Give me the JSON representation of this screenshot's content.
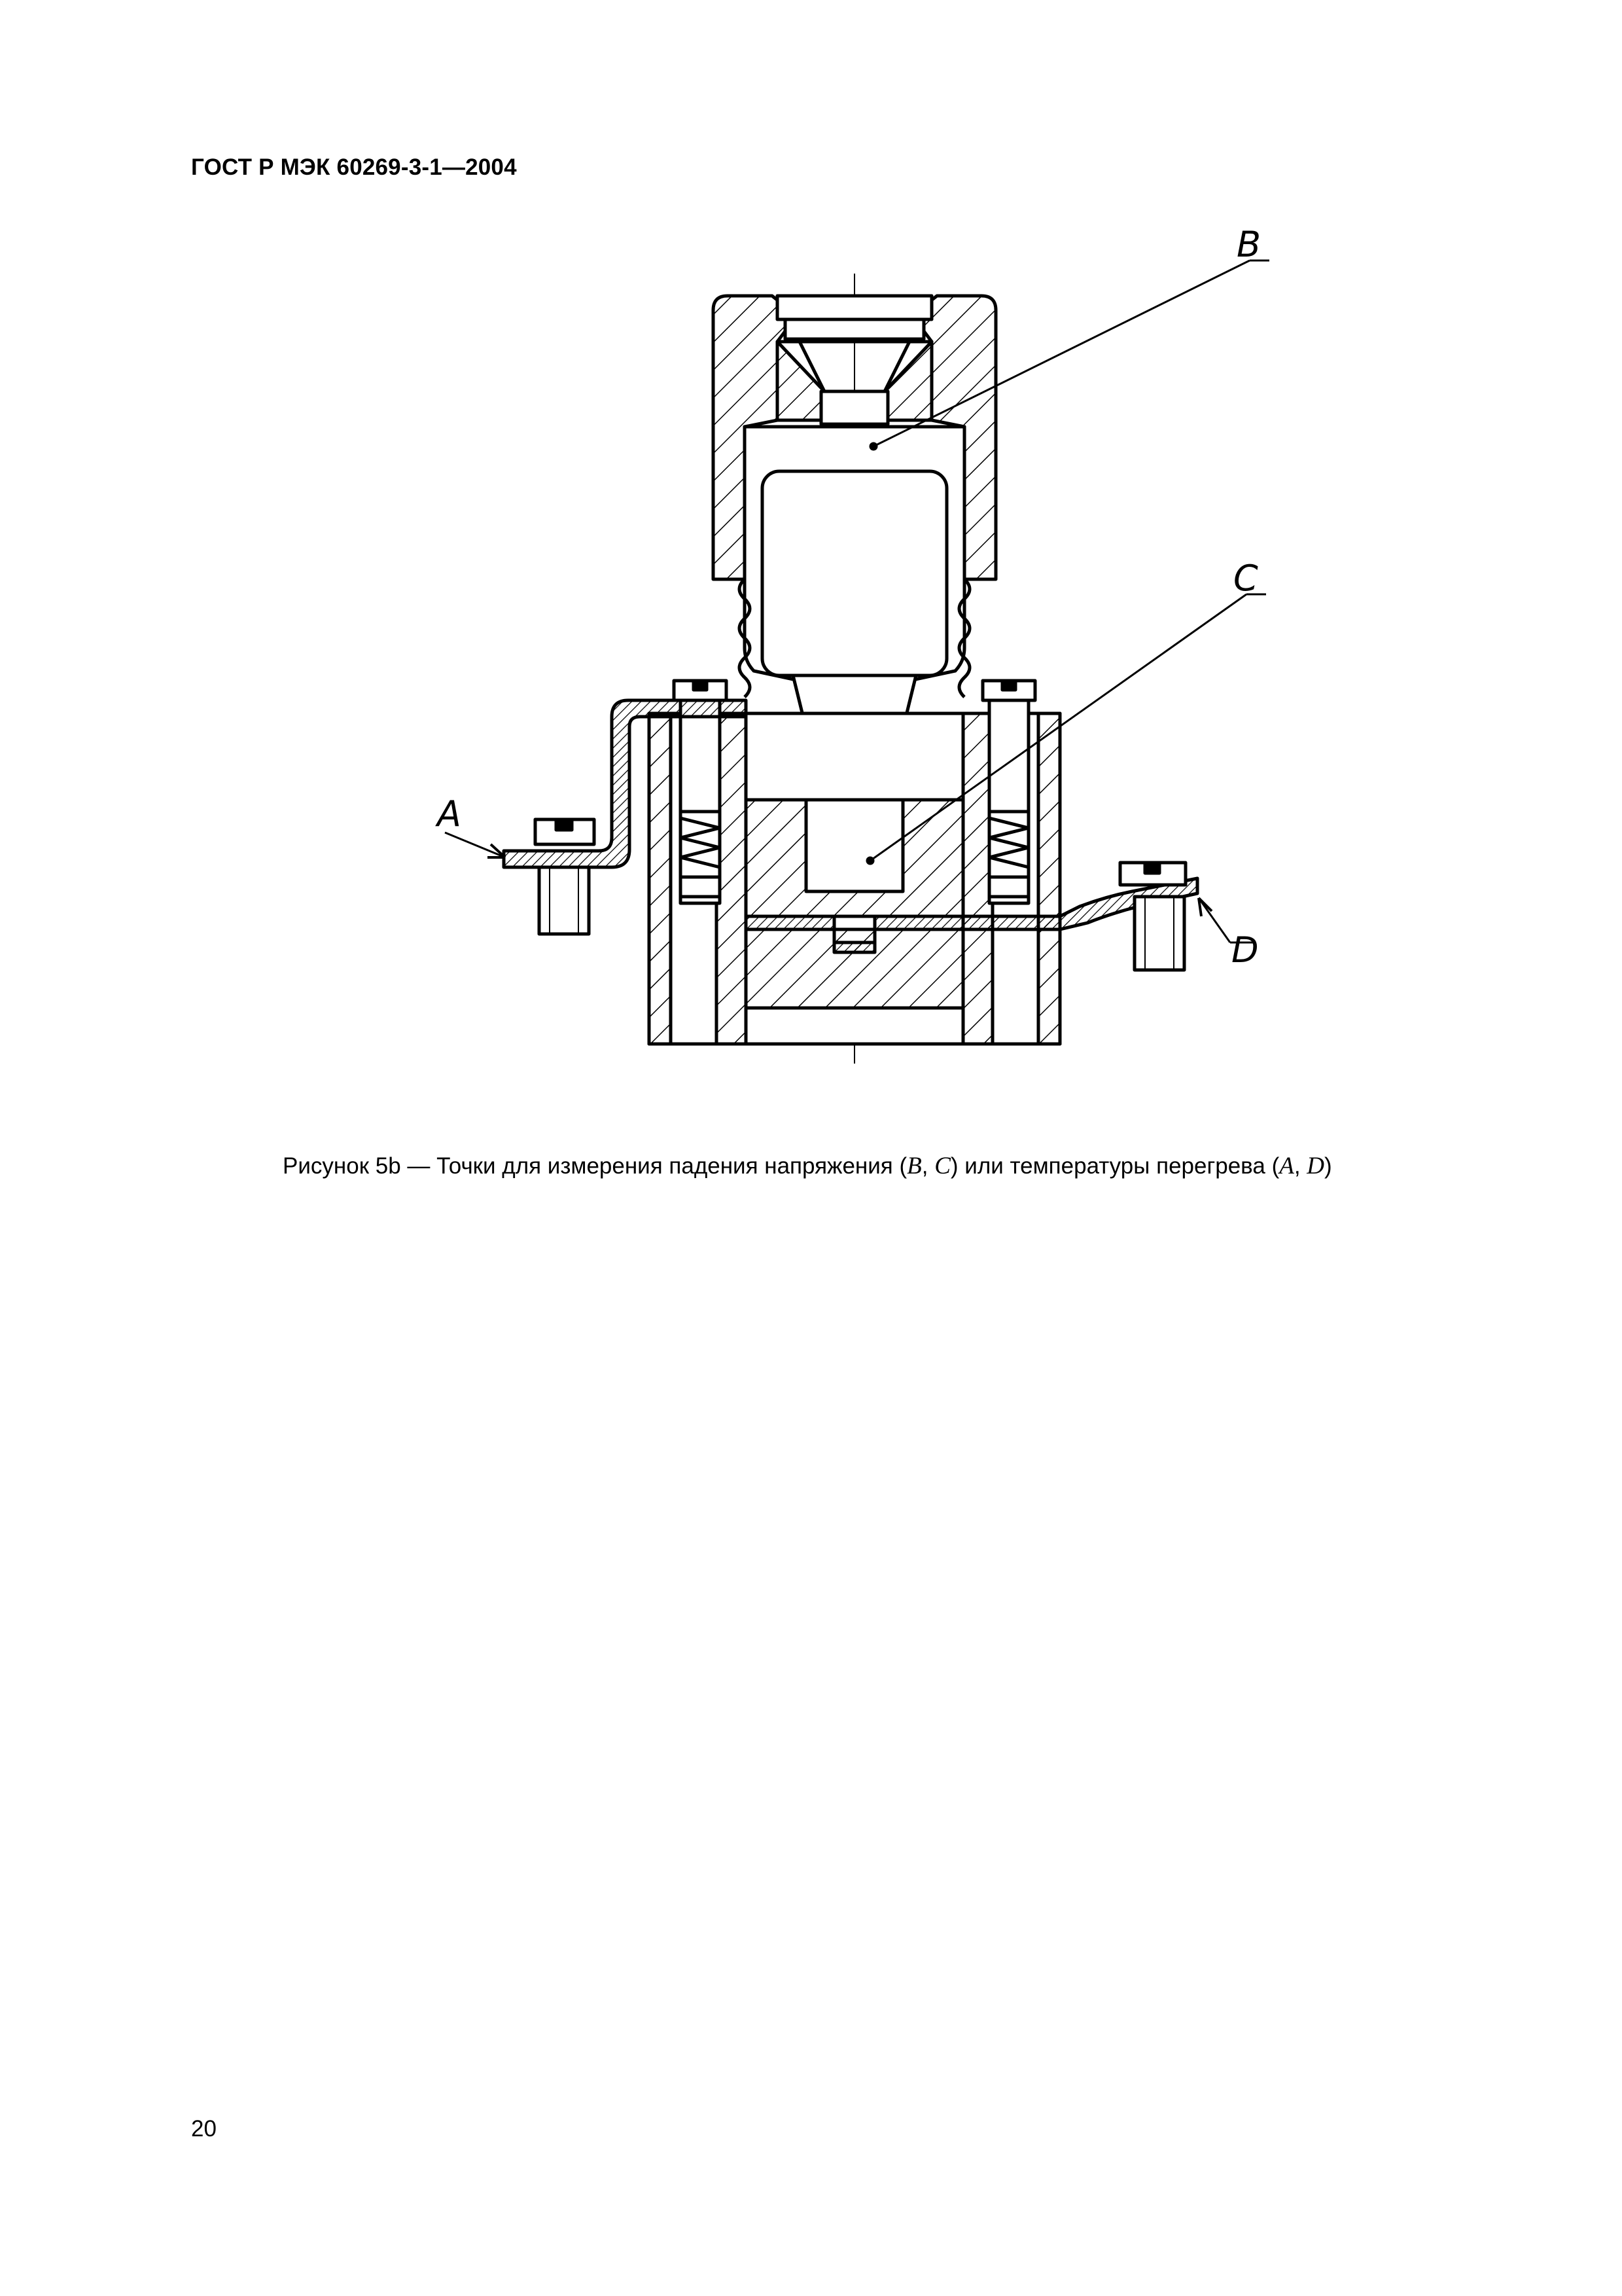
{
  "header": {
    "title": "ГОСТ Р МЭК 60269-3-1—2004"
  },
  "figure": {
    "labels": {
      "a": "A",
      "b": "B",
      "c": "C",
      "d": "D"
    },
    "caption": {
      "prefix": "Рисунок 5b — Точки для измерения падения напряжения (",
      "v1": "B",
      "sep1": ", ",
      "v2": "C",
      "middle": ") или температуры перегрева (",
      "v3": "A",
      "sep2": ", ",
      "v4": "D",
      "suffix": ")"
    }
  },
  "footer": {
    "page_number": "20"
  }
}
